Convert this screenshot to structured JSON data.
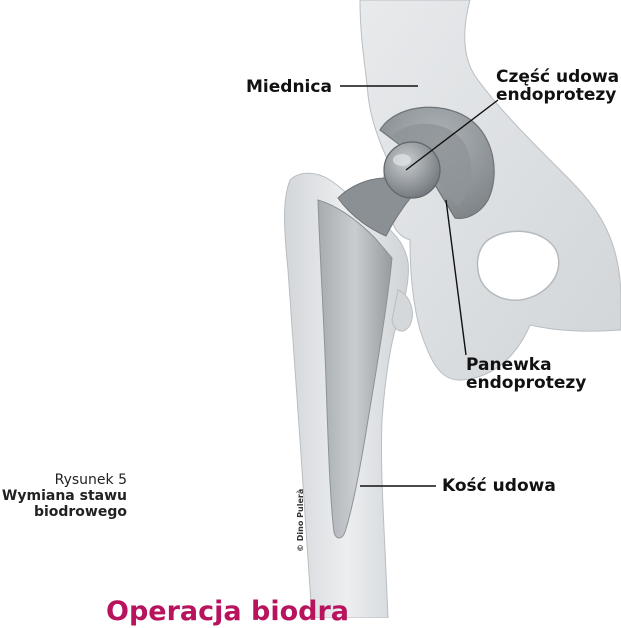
{
  "labels": {
    "pelvis": "Miednica",
    "femoral_component_line1": "Część udowa",
    "femoral_component_line2": "endoprotezy",
    "acetabular_cup_line1": "Panewka",
    "acetabular_cup_line2": "endoprotezy",
    "femur": "Kość udowa"
  },
  "caption": {
    "prefix": "Rysunek 5",
    "title_line1": "Wymiana stawu",
    "title_line2": "biodrowego"
  },
  "credit": "© Dino Pulerà",
  "section_heading": "Operacja biodra",
  "colors": {
    "bone": "#e4e6e8",
    "bone_shadow": "#c7cbce",
    "implant": "#a5aaae",
    "implant_dark": "#7f8589",
    "heading": "#b8145e"
  }
}
